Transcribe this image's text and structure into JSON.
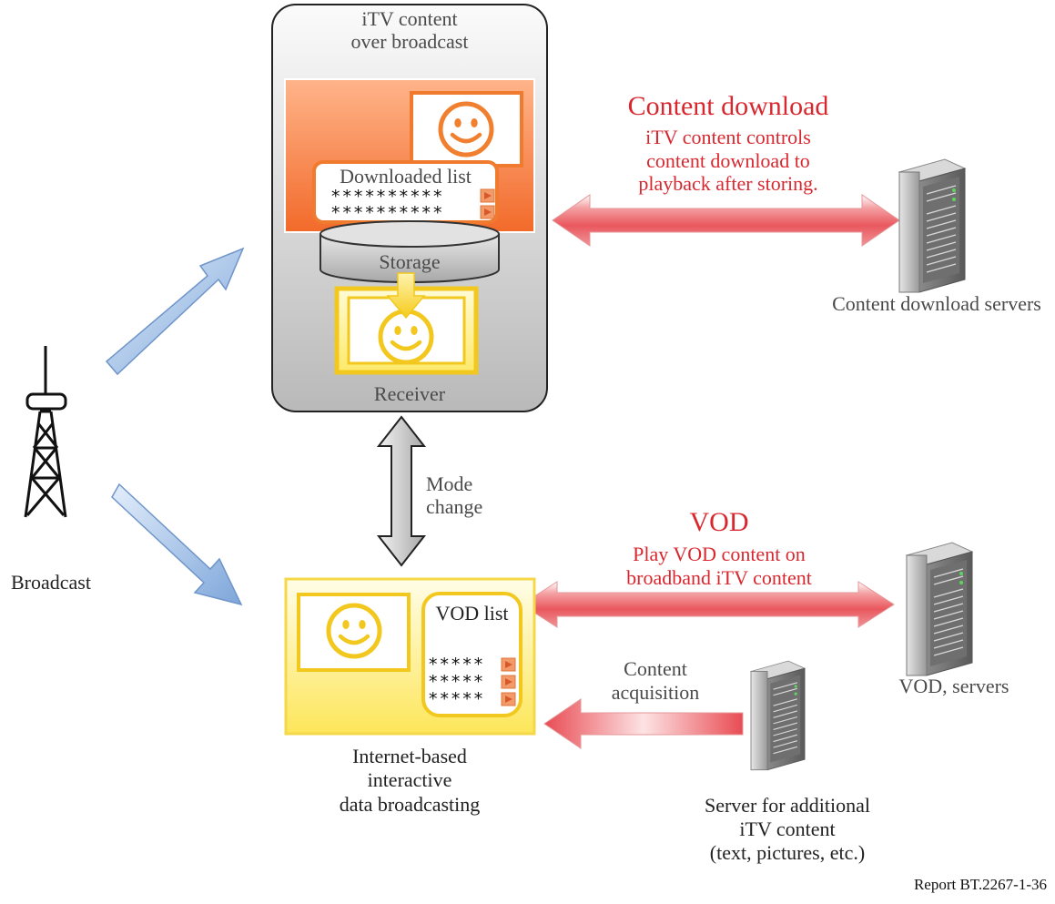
{
  "receiver_box": {
    "title_line1": "iTV content",
    "title_line2": "over broadcast",
    "downloaded_list_label": "Downloaded list",
    "list_rows": [
      "**********",
      "**********"
    ],
    "storage_label": "Storage",
    "receiver_label": "Receiver"
  },
  "mode_change": {
    "line1": "Mode",
    "line2": "change"
  },
  "broadcast": {
    "label": "Broadcast"
  },
  "content_download": {
    "title": "Content download",
    "desc_line1": "iTV content controls",
    "desc_line2": "content download to",
    "desc_line3": "playback after storing.",
    "server_label": "Content download servers"
  },
  "vod": {
    "title": "VOD",
    "desc_line1": "Play VOD content on",
    "desc_line2": "broadband iTV content",
    "server_label": "VOD, servers"
  },
  "internet_box": {
    "vod_list_label": "VOD list",
    "list_rows": [
      "*****",
      "*****",
      "*****"
    ],
    "caption_line1": "Internet-based",
    "caption_line2": "interactive",
    "caption_line3": "data broadcasting"
  },
  "acquisition": {
    "line1": "Content",
    "line2": "acquisition",
    "server_line1": "Server for additional",
    "server_line2": "iTV content",
    "server_line3": "(text, pictures, etc.)"
  },
  "footer": {
    "report_id": "Report BT.2267-1-36"
  },
  "colors": {
    "red_text": "#d8282f",
    "orange_frame": "#f07a2e",
    "yellow_frame": "#f2c81e",
    "blue_arrow": "#8fb4e3",
    "red_arrow": "#e5474f"
  }
}
